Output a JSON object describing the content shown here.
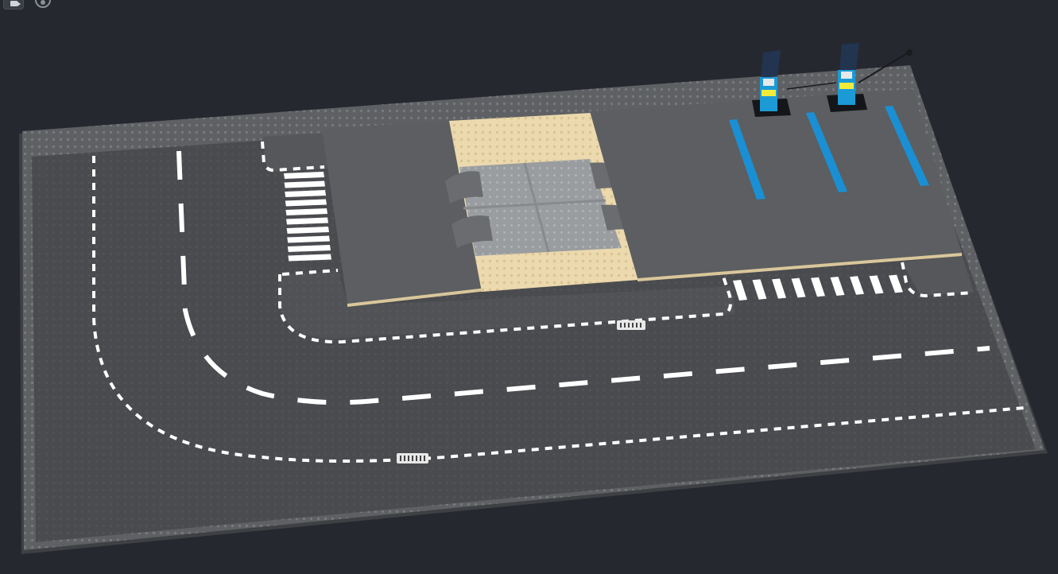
{
  "app": {
    "name": "",
    "toolbar": {
      "camera_tool_icon": "camera-icon",
      "reset_view_icon": "reset-view-icon"
    }
  },
  "colors": {
    "background": "#262830",
    "baseplate": "#5e6063",
    "baseplate_studs": "#76797d",
    "road": "#4a4b4e",
    "road_marking": "#ffffff",
    "sidewalk": "#5c5e61",
    "sand": "#ecd9ad",
    "crossing_plate": "#9a9d9f",
    "parking_line": "#1b8fd3",
    "pump_blue": "#1b9ad6",
    "pump_yellow": "#f3ea3a",
    "pump_dark": "#22344f"
  },
  "scene": {
    "objects": [
      {
        "name": "baseplate",
        "kind": "stud-plate"
      },
      {
        "name": "road-curve",
        "kind": "road-corner"
      },
      {
        "name": "road-straight",
        "kind": "road-straight"
      },
      {
        "name": "parking-lot",
        "kind": "parking"
      },
      {
        "name": "level-crossing",
        "kind": "rail-crossing"
      },
      {
        "name": "fuel-pump-1",
        "kind": "fuel-pump"
      },
      {
        "name": "fuel-pump-2",
        "kind": "fuel-pump"
      },
      {
        "name": "storm-drain-1",
        "kind": "drain"
      },
      {
        "name": "storm-drain-2",
        "kind": "drain"
      }
    ]
  }
}
